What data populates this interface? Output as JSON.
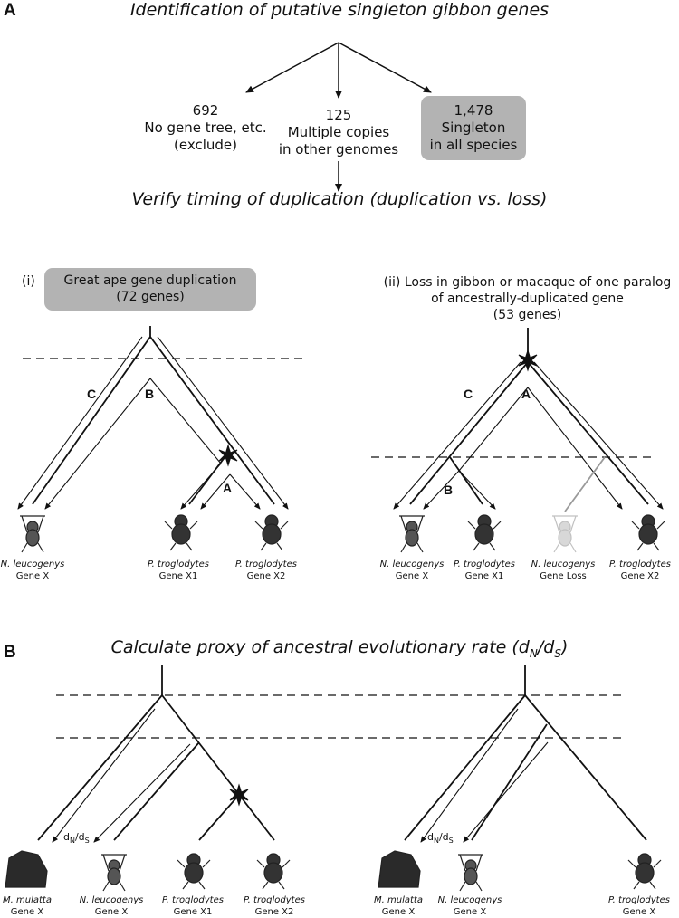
{
  "panel_a": {
    "letter": "A",
    "title": "Identification of putative singleton gibbon genes",
    "left": {
      "number": "692",
      "line1": "No gene tree, etc.",
      "line2": "(exclude)"
    },
    "middle": {
      "number": "125",
      "line1": "Multiple copies",
      "line2": "in other genomes"
    },
    "right": {
      "number": "1,478",
      "line1": "Singleton",
      "line2": "in all species"
    },
    "verify": "Verify timing of duplication (duplication vs. loss)",
    "scenario_i": {
      "marker": "(i)",
      "box_line1": "Great ape gene duplication",
      "box_line2": "(72 genes)",
      "branch_c": "C",
      "branch_b": "B",
      "branch_a": "A",
      "tips": [
        {
          "species": "N. leucogenys",
          "gene": "Gene X"
        },
        {
          "species": "P. troglodytes",
          "gene": "Gene X1"
        },
        {
          "species": "P. troglodytes",
          "gene": "Gene X2"
        }
      ]
    },
    "scenario_ii": {
      "line1": "(ii) Loss in gibbon or macaque of one paralog",
      "line2": "of ancestrally-duplicated gene",
      "line3": "(53 genes)",
      "branch_c": "C",
      "branch_a": "A",
      "branch_b": "B",
      "tips": [
        {
          "species": "N. leucogenys",
          "gene": "Gene X"
        },
        {
          "species": "P. troglodytes",
          "gene": "Gene X1"
        },
        {
          "species": "N. leucogenys",
          "gene": "Gene Loss"
        },
        {
          "species": "P. troglodytes",
          "gene": "Gene X2"
        }
      ]
    }
  },
  "panel_b": {
    "letter": "B",
    "title_main": "Calculate proxy of ancestral evolutionary rate (d",
    "title_sub1": "N",
    "title_slash": "/d",
    "title_sub2": "S",
    "title_end": ")",
    "dnds_d1": "d",
    "dnds_n": "N",
    "dnds_slash": "/d",
    "dnds_s": "S",
    "left_tips": [
      {
        "species": "M. mulatta",
        "gene": "Gene X"
      },
      {
        "species": "N. leucogenys",
        "gene": "Gene X"
      },
      {
        "species": "P. troglodytes",
        "gene": "Gene X1"
      },
      {
        "species": "P. troglodytes",
        "gene": "Gene X2"
      }
    ],
    "right_tips": [
      {
        "species": "M. mulatta",
        "gene": "Gene X"
      },
      {
        "species": "N. leucogenys",
        "gene": "Gene X"
      },
      {
        "species": "P. troglodytes",
        "gene": "Gene X"
      }
    ]
  },
  "colors": {
    "box_fill": "#b3b3b3",
    "line": "#111111",
    "faded": "#9a9a9a"
  }
}
